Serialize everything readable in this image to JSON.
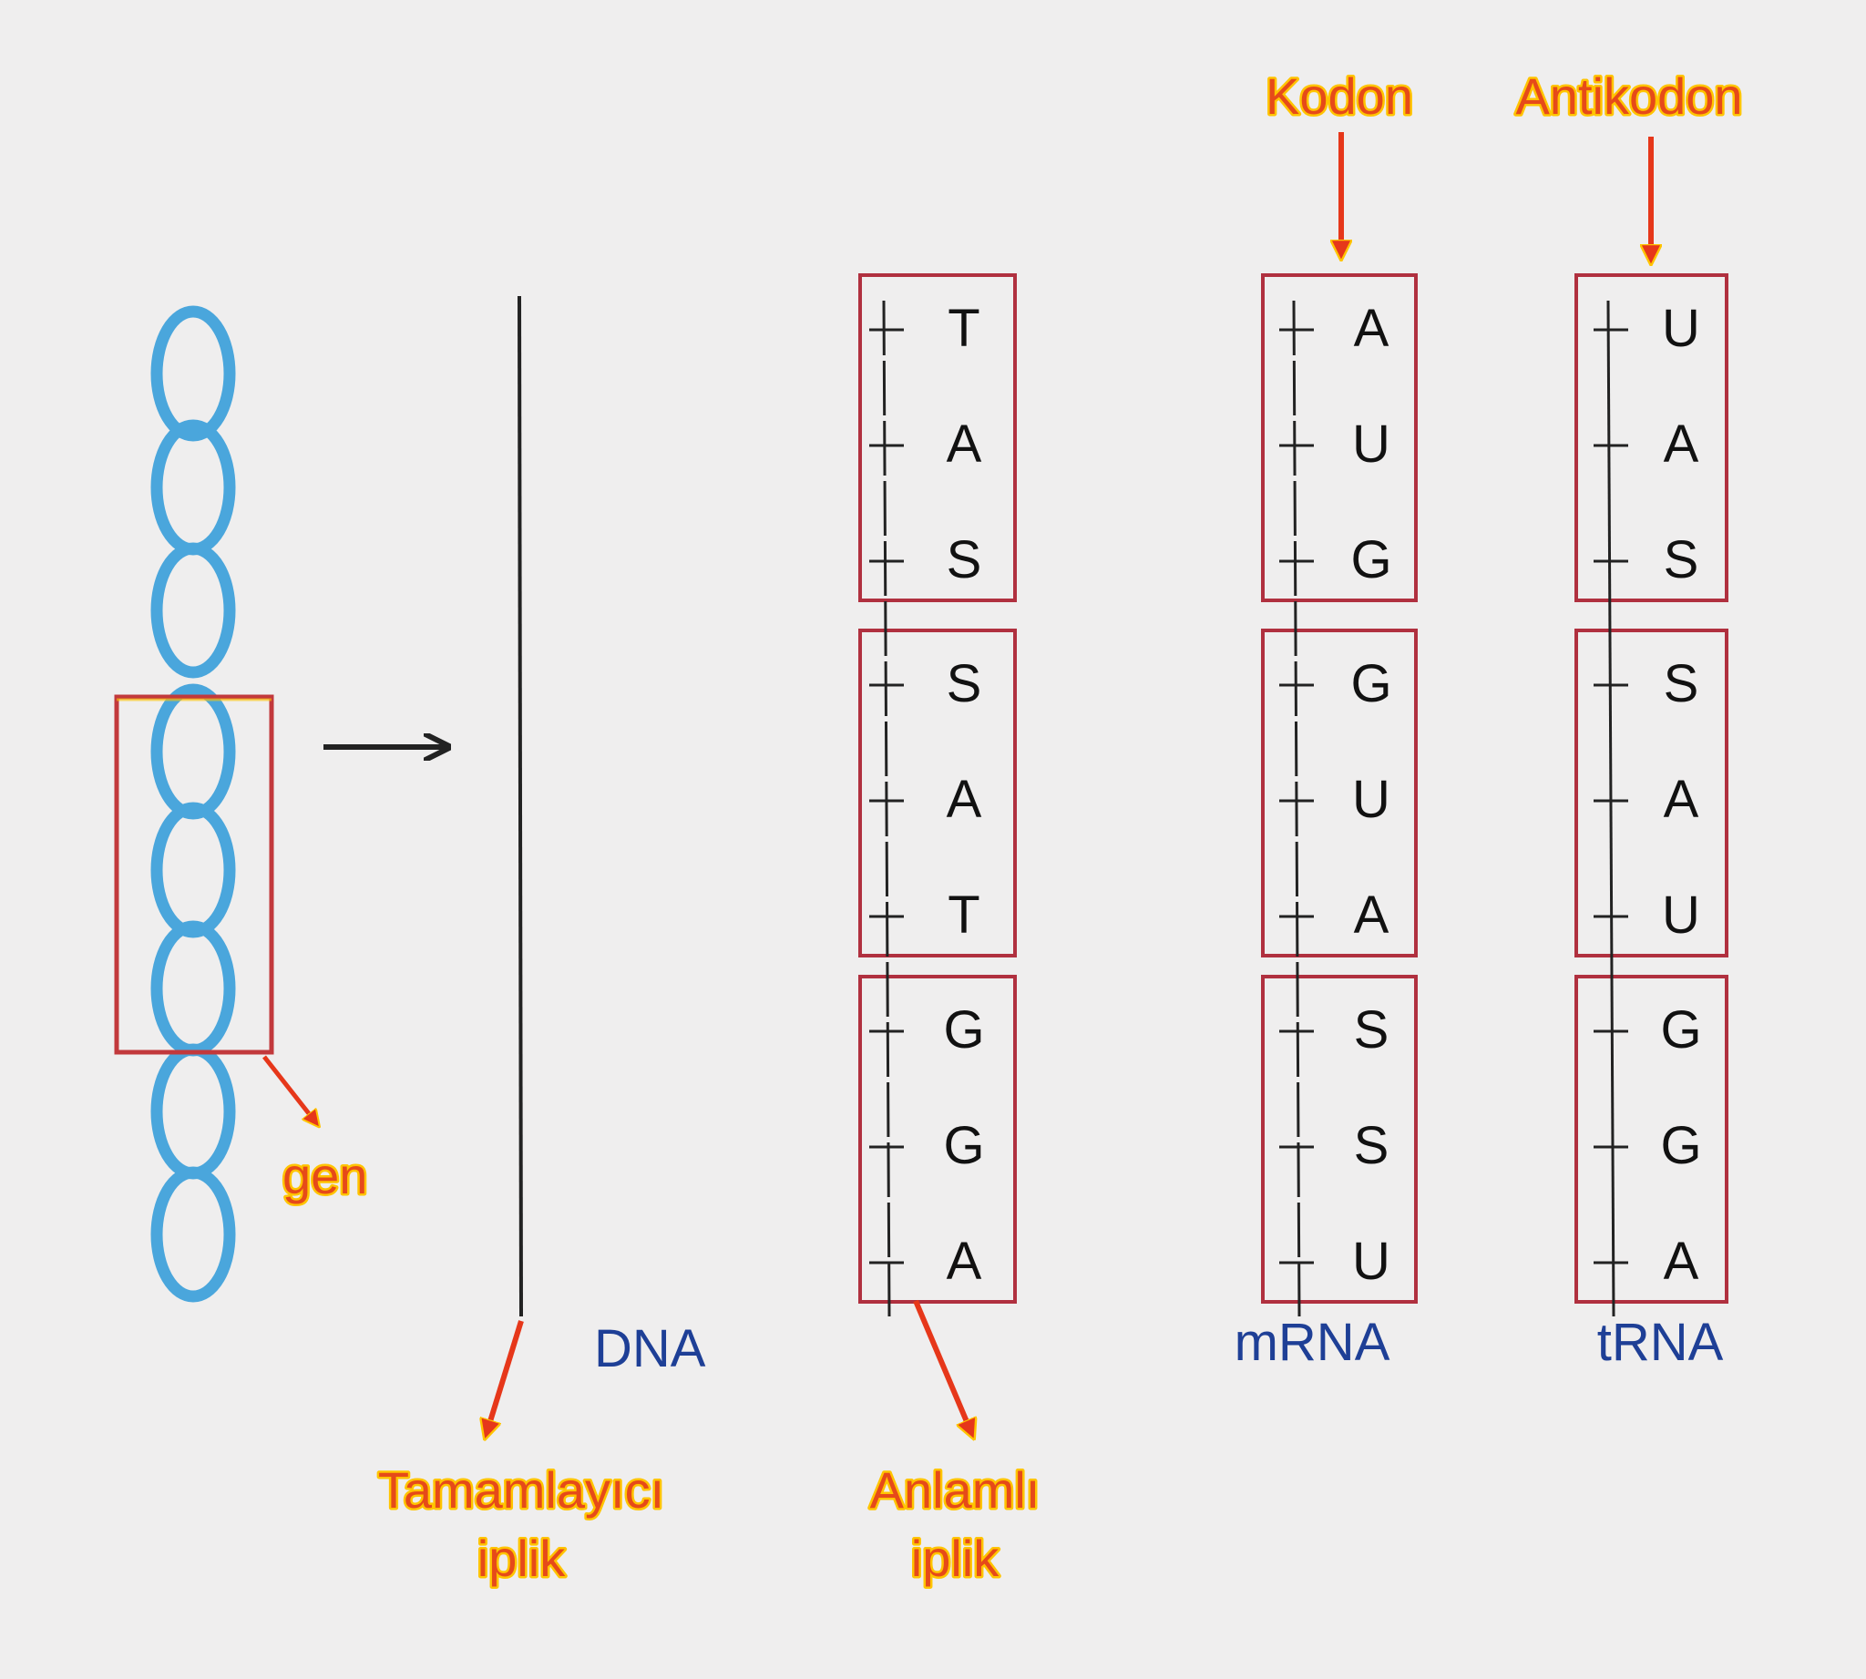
{
  "labels": {
    "kodon": "Kodon",
    "antikodon": "Antikodon",
    "gen": "gen",
    "dna": "DNA",
    "mrna": "mRNA",
    "trna": "tRNA",
    "tamamlayici": "Tamamlayıcı",
    "tamamlayici_iplik": "iplik",
    "anlamli": "Anlamlı",
    "anlamli_iplik": "iplik"
  },
  "strands": {
    "anlamli": [
      "T",
      "A",
      "S",
      "S",
      "A",
      "T",
      "G",
      "G",
      "A"
    ],
    "mrna": [
      "A",
      "U",
      "G",
      "G",
      "U",
      "A",
      "S",
      "S",
      "U"
    ],
    "trna": [
      "U",
      "A",
      "S",
      "S",
      "A",
      "U",
      "G",
      "G",
      "A"
    ]
  },
  "colors": {
    "helix": "#4aa6dc",
    "label_red": "#e64a19",
    "label_outline": "#ffc400",
    "label_blue": "#1e3f96",
    "box_border": "#b0303f",
    "gene_box": "#c2393c"
  }
}
